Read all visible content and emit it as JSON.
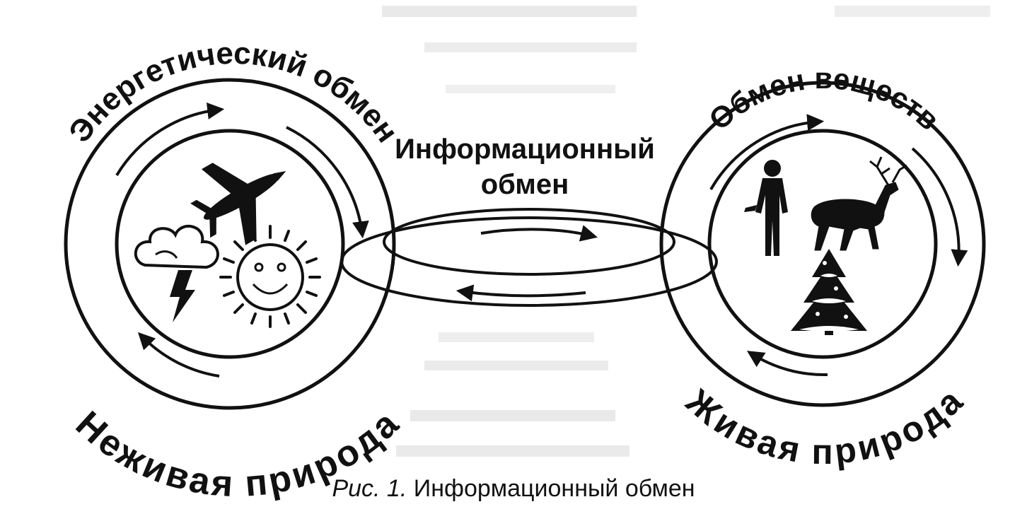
{
  "labels": {
    "energy_exchange": "Энергетический обмен",
    "matter_exchange": "Обмен веществ",
    "info_exchange_line1": "Информационный",
    "info_exchange_line2": "обмен",
    "nonliving_nature": "Неживая природа",
    "living_nature": "Живая природа"
  },
  "caption": {
    "number": "Рис. 1.",
    "text": "Информационный обмен"
  },
  "icons": {
    "left_circle": [
      "airplane-icon",
      "storm-cloud-icon",
      "lightning-icon",
      "smiling-sun-icon"
    ],
    "right_circle": [
      "human-figure-icon",
      "deer-icon",
      "fir-tree-icon"
    ]
  },
  "colors": {
    "ink": "#111111",
    "background": "#ffffff"
  }
}
